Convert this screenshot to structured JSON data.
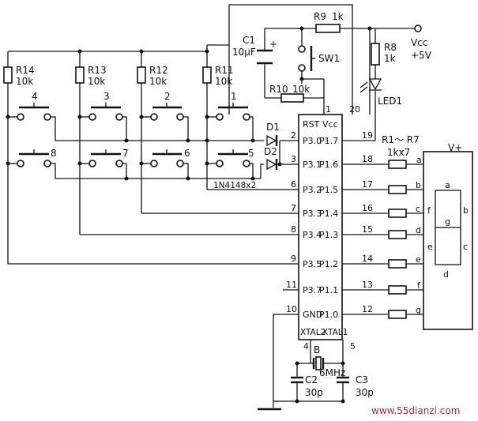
{
  "resistors": {
    "r14": {
      "name": "R14",
      "value": "10k"
    },
    "r13": {
      "name": "R13",
      "value": "10k"
    },
    "r12": {
      "name": "R12",
      "value": "10k"
    },
    "r11": {
      "name": "R11",
      "value": "10k"
    },
    "r9": {
      "name": "R9",
      "value": "1k"
    },
    "r8": {
      "name": "R8",
      "value": "1k"
    },
    "r10": {
      "name": "R10",
      "value": "10k"
    },
    "array": {
      "name": "R1～ R7",
      "value": "1kx7"
    }
  },
  "capacitors": {
    "c1": {
      "name": "C1",
      "value": "10μF"
    },
    "c2": {
      "name": "C2",
      "value": "30p"
    },
    "c3": {
      "name": "C3",
      "value": "30p"
    }
  },
  "diodes": {
    "d1": "D1",
    "d2": "D2",
    "part": "1N4148x2"
  },
  "led": "LED1",
  "switch": "SW1",
  "plus_sign": "+",
  "crystal": {
    "name": "B",
    "value": "6MHz"
  },
  "power": {
    "vcc": "Vcc",
    "voltage": "+5V",
    "vplus": "V+"
  },
  "keys": [
    "1",
    "2",
    "3",
    "4",
    "5",
    "6",
    "7",
    "8"
  ],
  "ic": {
    "rst": "RST",
    "vcc": "Vcc",
    "gnd": "GND",
    "xtal2": "XTAL2",
    "xtal1": "XTAL1",
    "left_pins": [
      {
        "num": "2",
        "name": "P3.0"
      },
      {
        "num": "3",
        "name": "P3.1"
      },
      {
        "num": "6",
        "name": "P3.2"
      },
      {
        "num": "7",
        "name": "P3.3"
      },
      {
        "num": "8",
        "name": "P3.4"
      },
      {
        "num": "9",
        "name": "P3.5"
      },
      {
        "num": "11",
        "name": "P3.7"
      },
      {
        "num": "10",
        "name": "GND"
      }
    ],
    "right_pins": [
      {
        "num": "19",
        "name": "P1.7"
      },
      {
        "num": "18",
        "name": "P1.6"
      },
      {
        "num": "17",
        "name": "P1.5"
      },
      {
        "num": "16",
        "name": "P1.4"
      },
      {
        "num": "15",
        "name": "P1.3"
      },
      {
        "num": "14",
        "name": "P1.2"
      },
      {
        "num": "13",
        "name": "P1.1"
      },
      {
        "num": "12",
        "name": "P1.0"
      }
    ],
    "top_pins": {
      "rst": "1",
      "vcc": "20"
    },
    "bottom_pins": {
      "xtal2": "4",
      "xtal1": "5"
    }
  },
  "display_segments": [
    "a",
    "b",
    "c",
    "d",
    "e",
    "f",
    "g"
  ],
  "watermark": "www.55dianzi.com"
}
